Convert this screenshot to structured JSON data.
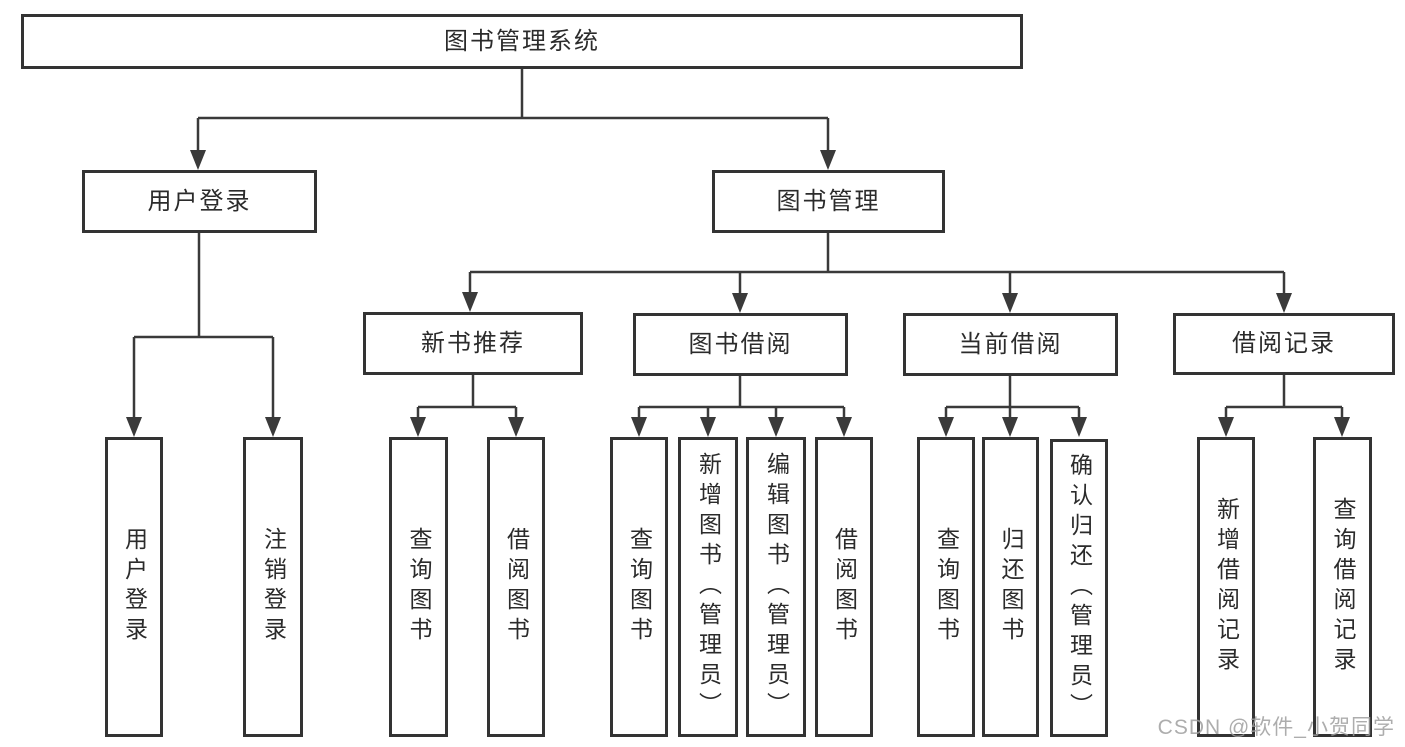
{
  "diagram": {
    "watermark": "CSDN @软件_小贺同学",
    "colors": {
      "line": "#3a3a3a",
      "border": "#333333",
      "text": "#2b2b2b",
      "background": "#ffffff",
      "watermark": "#9f9f9f"
    },
    "tree": {
      "root": "图书管理系统",
      "children": [
        {
          "label": "用户登录",
          "children": [
            "用户登录",
            "注销登录"
          ]
        },
        {
          "label": "图书管理",
          "children": [
            {
              "label": "新书推荐",
              "children": [
                "查询图书",
                "借阅图书"
              ]
            },
            {
              "label": "图书借阅",
              "children": [
                "查询图书",
                "新增图书（管理员）",
                "编辑图书（管理员）",
                "借阅图书"
              ]
            },
            {
              "label": "当前借阅",
              "children": [
                "查询图书",
                "归还图书",
                "确认归还（管理员）"
              ]
            },
            {
              "label": "借阅记录",
              "children": [
                "新增借阅记录",
                "查询借阅记录"
              ]
            }
          ]
        }
      ]
    }
  }
}
